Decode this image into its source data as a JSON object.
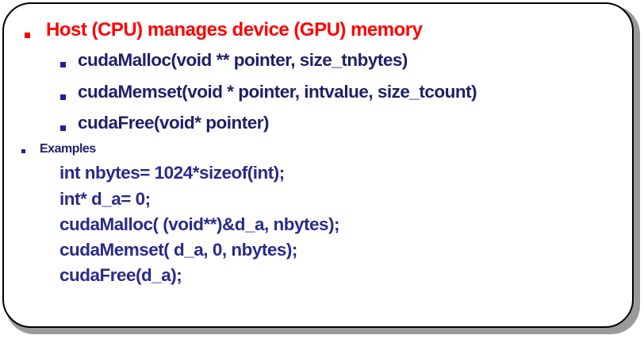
{
  "heading": "Host (CPU) manages device (GPU) memory",
  "functions": [
    "cudaMalloc(void ** pointer, size_tnbytes)",
    "cudaMemset(void * pointer, intvalue, size_tcount)",
    "cudaFree(void* pointer)"
  ],
  "examples_label": "Examples",
  "code_lines": [
    "int nbytes= 1024*sizeof(int);",
    "int* d_a= 0;",
    "cudaMalloc( (void**)&d_a, nbytes);",
    "cudaMemset( d_a, 0, nbytes);",
    "cudaFree(d_a);"
  ],
  "colors": {
    "heading": "#ff0000",
    "text": "#1f1f6b",
    "code": "#2a2a8c"
  }
}
